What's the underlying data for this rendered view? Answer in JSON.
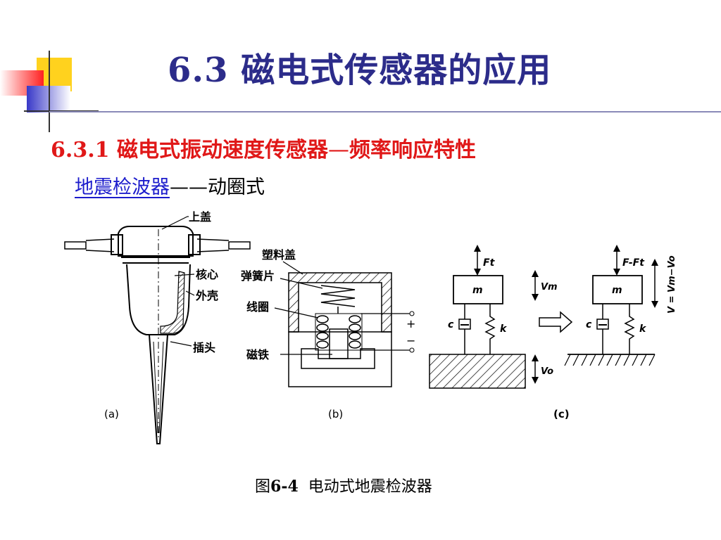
{
  "slide": {
    "title": "6.3  磁电式传感器的应用",
    "subtitle_main": "6.3.1  磁电式振动速度传感器",
    "subtitle_dash": "—",
    "subtitle_tail": "频率响应特性",
    "subhead_blue": "地震检波器",
    "subhead_dash": "——",
    "subhead_black": "动圈式"
  },
  "figure": {
    "panel_a": {
      "label": "(a)",
      "callouts": [
        "上盖",
        "核心",
        "外壳",
        "插头"
      ]
    },
    "panel_b": {
      "label": "(b)",
      "callouts": [
        "塑料盖",
        "弹簧片",
        "线圈",
        "磁铁"
      ],
      "plus": "+",
      "minus": "−"
    },
    "panel_c": {
      "label": "(c)",
      "left_force": "Ft",
      "left_mass": "m",
      "left_damper": "c",
      "left_spring": "k",
      "vm": "Vm",
      "vo": "Vo",
      "right_force": "F-Ft",
      "right_mass": "m",
      "right_damper": "c",
      "right_spring": "k",
      "relative_velocity": "V = Vm−Vo"
    },
    "caption_prefix": "图",
    "caption_number": "6-4",
    "caption_text": "电动式地震检波器"
  }
}
